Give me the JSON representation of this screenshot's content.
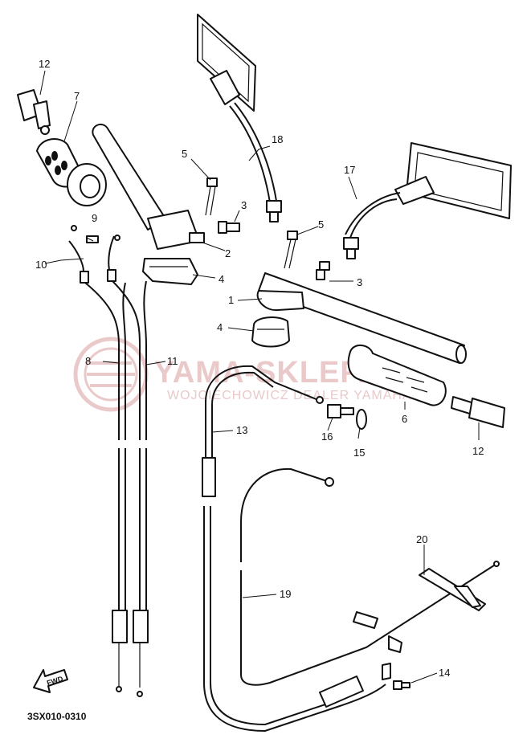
{
  "watermark": {
    "line1": "YAMA-SKLEP.PL",
    "line2": "WOJCIECHOWICZ DEALER YAMAHA",
    "color": "#e9c9c9"
  },
  "diagram_code": "3SX010-0310",
  "forward_marker": {
    "label": "FWD",
    "icon": "forward-arrow-icon"
  },
  "parts": {
    "handlebar": "1",
    "holder": "2",
    "bolt": "3",
    "cap": "4",
    "bolt_long": "5",
    "grip": "6",
    "throttle_grip": "7",
    "throttle_cable_1": "8",
    "joint": "9",
    "bolt_small": "10",
    "throttle_cable_2": "11",
    "grip_end": "12",
    "clutch_cable": "13",
    "screw": "14",
    "locknut": "15",
    "adjuster": "16",
    "mirror_right": "17",
    "mirror_left": "18",
    "choke_cable": "19",
    "band": "20"
  }
}
